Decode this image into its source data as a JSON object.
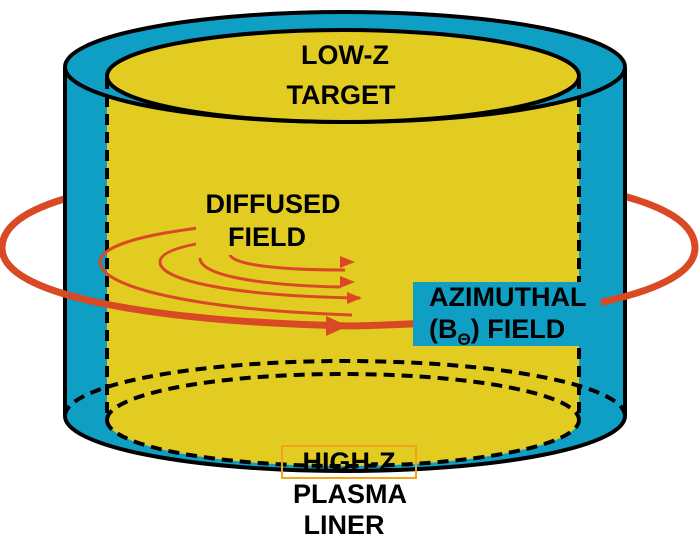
{
  "labels": {
    "target_line1": "LOW-Z",
    "target_line2": "TARGET",
    "diffused_line1": "DIFFUSED",
    "diffused_line2": "FIELD",
    "azimuthal_line1": "AZIMUTHAL",
    "azimuthal_open": "(B",
    "azimuthal_subscript": "Θ",
    "azimuthal_rest": ") FIELD",
    "liner_line1": "HIGH-Z",
    "liner_line2": "PLASMA",
    "liner_line3": "LINER"
  },
  "colors": {
    "liner": "#0f9fc4",
    "target": "#e2cc22",
    "field": "#d94a24",
    "outline": "#000000",
    "label_box": "#f0a31e"
  }
}
